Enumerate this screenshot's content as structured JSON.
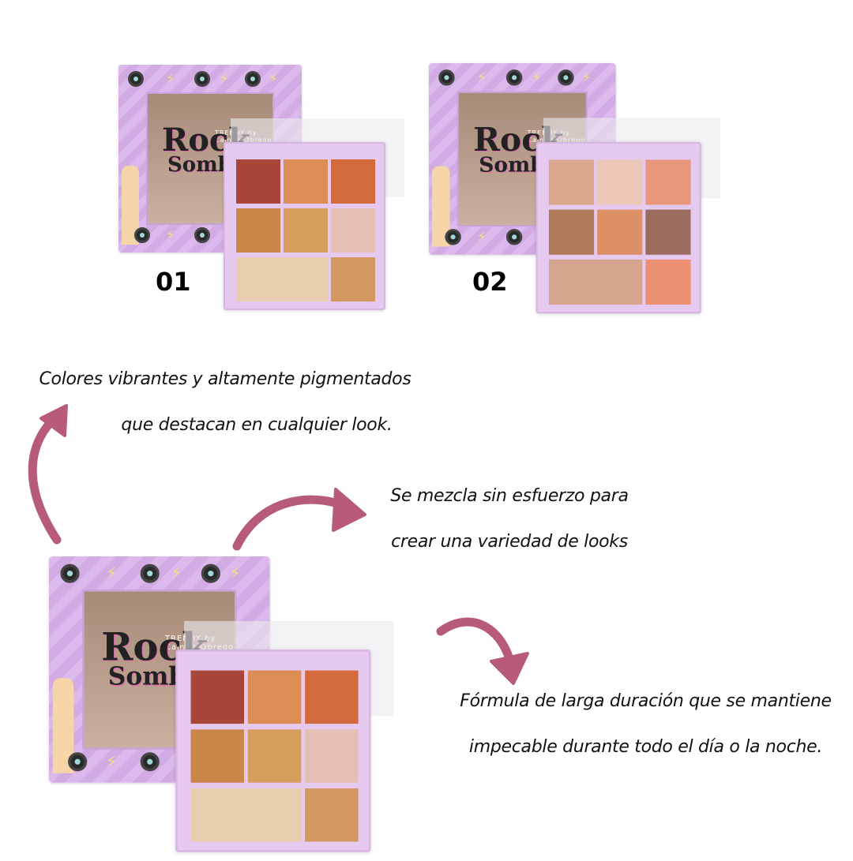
{
  "products": [
    {
      "number": "01",
      "brand": "TRENDY by Camila Obrego",
      "title_line1": "Rock",
      "title_line2": "Sombras",
      "pans": [
        "#a6473a",
        "#dc8c55",
        "#d36a3e",
        "#c98749",
        "#d79f5d",
        "#e3c0b3",
        "#e8cdb0",
        "#d3985f"
      ]
    },
    {
      "number": "02",
      "brand": "TRENDY by Camila Obrego",
      "title_line1": "Rock",
      "title_line2": "Sombras",
      "pans": [
        "#d9a88d",
        "#ecc8b8",
        "#e8977c",
        "#b07a5b",
        "#dd8f66",
        "#9a6c5e",
        "#d6a590",
        "#eb9070"
      ]
    },
    {
      "number": "",
      "brand": "TRENDY by Camila Obrego",
      "title_line1": "Rock",
      "title_line2": "Sombras",
      "pans": [
        "#a6473a",
        "#dc8c55",
        "#d36a3e",
        "#c98749",
        "#d79f5d",
        "#e3c0b3",
        "#e8cdb0",
        "#d3985f"
      ]
    }
  ],
  "captions": {
    "pigment": {
      "line1": "Colores vibrantes y altamente pigmentados",
      "line2": "que destacan en cualquier look."
    },
    "blend": {
      "line1": "Se mezcla sin esfuerzo para",
      "line2": "crear una variedad de looks"
    },
    "longwear": {
      "line1": "Fórmula de larga duración que se mantiene",
      "line2": "impecable durante todo el día o la noche."
    }
  },
  "colors": {
    "arrow": "#b85a79",
    "box": "#dcb9ec"
  }
}
